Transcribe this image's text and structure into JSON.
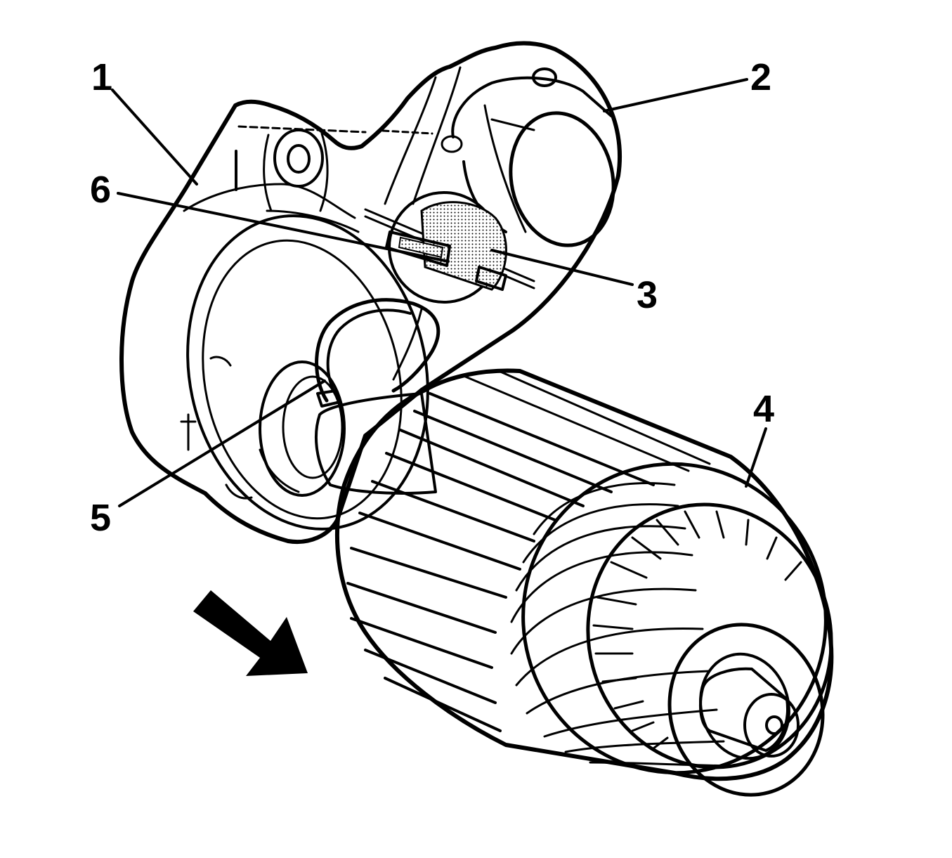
{
  "figure": {
    "background": "#ffffff",
    "line_color": "#000000",
    "callouts": [
      {
        "id": "1",
        "label": "1"
      },
      {
        "id": "2",
        "label": "2"
      },
      {
        "id": "3",
        "label": "3"
      },
      {
        "id": "4",
        "label": "4"
      },
      {
        "id": "5",
        "label": "5"
      },
      {
        "id": "6",
        "label": "6"
      }
    ],
    "direction_arrow_icon": "arrow-down-right-icon"
  }
}
